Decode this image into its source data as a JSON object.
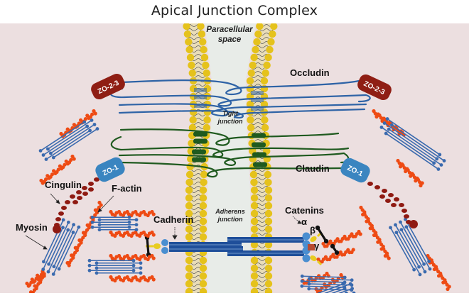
{
  "title": "Apical Junction Complex",
  "regions": {
    "paracellular_line1": "Paracellular",
    "paracellular_line2": "space",
    "tight_line1": "Tight",
    "tight_line2": "junction",
    "adherens_line1": "Adherens",
    "adherens_line2": "junction"
  },
  "labels": {
    "occludin": "Occludin",
    "claudin": "Claudin",
    "cingulin": "Cingulin",
    "f_actin": "F-actin",
    "myosin": "Myosin",
    "cadherin": "Cadherin",
    "catenins": "Catenins",
    "alpha": "α",
    "beta": "β",
    "gamma": "γ"
  },
  "proteins": {
    "zo23_left": "ZO-2-3",
    "zo23_right": "ZO-2-3",
    "zo1_left": "ZO-1",
    "zo1_right": "ZO-1"
  },
  "colors": {
    "background": "#ecdfe0",
    "paracellular": "#e8ece8",
    "lipid_head": "#e5c21c",
    "lipid_tail_band": "#e9ddb8",
    "occludin": "#2e63a6",
    "claudin": "#1f5a1f",
    "zo23": "#8f1e14",
    "zo1": "#3a85c0",
    "actin": "#ee4b14",
    "cingulin": "#8f1a12",
    "myosin": "#3a6aae",
    "cadherin": "#1f4f9a",
    "catenin_alpha": "#4a8ed0",
    "catenin_beta": "#e8cc20",
    "catenin_gamma": "#b84a30",
    "linker": "#111111"
  }
}
